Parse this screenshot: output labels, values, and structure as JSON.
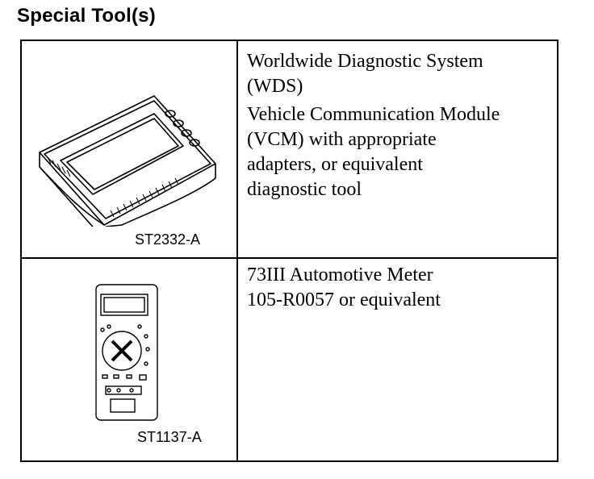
{
  "title": "Special Tool(s)",
  "rows": [
    {
      "caption": "ST2332-A",
      "image_icon": "diagnostic-tablet-icon",
      "lines_1": [
        "Worldwide Diagnostic System",
        "(WDS)"
      ],
      "lines_2": [
        "Vehicle Communication Module",
        "(VCM) with appropriate",
        "adapters, or equivalent",
        "diagnostic tool"
      ]
    },
    {
      "caption": "ST1137-A",
      "image_icon": "multimeter-icon",
      "lines": [
        "73III Automotive Meter",
        "105-R0057 or equivalent"
      ]
    }
  ]
}
